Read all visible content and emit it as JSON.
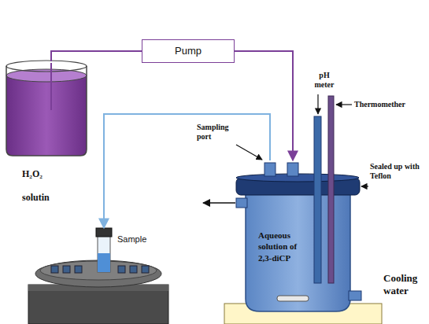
{
  "diagram": {
    "nodes": [
      {
        "text": [
          "H₂O₂ solutin"
        ]
      },
      {
        "text": [
          "Pump"
        ]
      },
      {
        "text": [
          "Aqueous solution of 2,3-diCP"
        ]
      },
      {
        "text": [
          "Sample"
        ]
      }
    ],
    "edges": [
      {
        "from": 0,
        "to": 1,
        "arrow": "none"
      },
      {
        "from": 1,
        "to": 2,
        "arrow": "to"
      },
      {
        "from": 2,
        "to": 3,
        "arrow": "to"
      }
    ],
    "labels": [
      "Sampling port",
      "pH meter",
      "Thermomether",
      "Sealed up with Teflon",
      "Cooling water"
    ]
  }
}
